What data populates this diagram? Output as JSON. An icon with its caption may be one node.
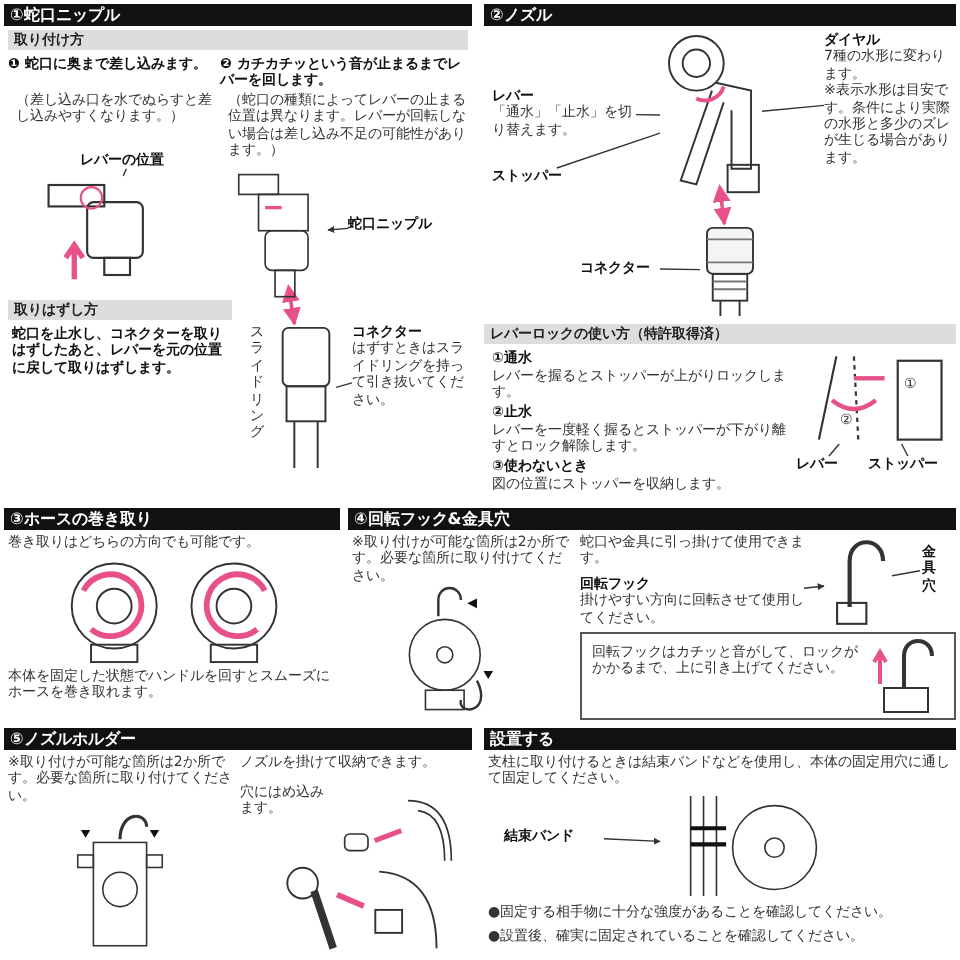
{
  "diagram": {
    "nodes": [
      {
        "text": [],
        "shape": "picture"
      },
      {
        "text": [
          "レバーの位置"
        ]
      },
      {
        "text": [],
        "shape": "picture"
      },
      {
        "text": [
          "蛇口ニップル"
        ]
      },
      {
        "text": [],
        "shape": "picture"
      },
      {
        "text": [
          "コネクター",
          "はずすときはスライドリングを持って引き抜いてください。"
        ]
      },
      {
        "text": [],
        "shape": "picture"
      },
      {
        "text": [
          "ダイヤル",
          "7種の水形に変わります。",
          "※表示水形は目安です。条件により実際の水形と多少のズレが生じる場合があります。"
        ]
      },
      {
        "text": [
          "レバー",
          "「通水」「止水」を切り替えます。"
        ]
      },
      {
        "text": [
          "ストッパー"
        ]
      },
      {
        "text": [],
        "shape": "picture"
      },
      {
        "text": [
          "コネクター"
        ]
      },
      {
        "text": [],
        "shape": "picture"
      },
      {
        "text": [
          "レバー"
        ]
      },
      {
        "text": [
          "ストッパー"
        ]
      },
      {
        "text": [],
        "shape": "picture"
      },
      {
        "text": [],
        "shape": "picture"
      },
      {
        "text": [
          "回転フック",
          "掛けやすい方向に回転させて使用してください。"
        ]
      },
      {
        "text": [
          "金具穴"
        ]
      },
      {
        "text": [],
        "shape": "picture"
      },
      {
        "text": [
          "結束バンド"
        ]
      }
    ],
    "edges": [
      {
        "from": 1,
        "to": 0,
        "arrow": "none"
      },
      {
        "from": 3,
        "to": 2,
        "arrow": "to"
      },
      {
        "from": 5,
        "to": 4,
        "arrow": "none"
      },
      {
        "from": 2,
        "to": 4,
        "arrow": "both",
        "color": "#e8508a"
      },
      {
        "from": 7,
        "to": 6,
        "arrow": "none"
      },
      {
        "from": 8,
        "to": 6,
        "arrow": "none"
      },
      {
        "from": 9,
        "to": 6,
        "arrow": "none"
      },
      {
        "from": 6,
        "to": 10,
        "arrow": "both",
        "color": "#e8508a"
      },
      {
        "from": 11,
        "to": 10,
        "arrow": "none"
      },
      {
        "from": 13,
        "to": 12,
        "arrow": "none"
      },
      {
        "from": 14,
        "to": 12,
        "arrow": "none"
      },
      {
        "from": 17,
        "to": 16,
        "arrow": "to"
      },
      {
        "from": 18,
        "to": 16,
        "arrow": "none"
      },
      {
        "from": 20,
        "to": 19,
        "arrow": "to"
      }
    ],
    "labels": [
      "①蛇口ニップル",
      "取り付け方",
      "❶ 蛇口に奥まで差し込みます。",
      "（差し込み口を水でぬらすと差し込みやすくなります。）",
      "❷ カチカチッという音が止まるまでレバーを回します。",
      "（蛇口の種類によってレバーの止まる位置は異なります。レバーが回転しない場合は差し込み不足の可能性があります。）",
      "取りはずし方",
      "蛇口を止水し、コネクターを取りはずしたあと、レバーを元の位置に戻して取りはずします。",
      "スライドリング",
      "②ノズル",
      "レバーロックの使い方（特許取得済）",
      "①通水",
      "レバーを握るとストッパーが上がりロックします。",
      "②止水",
      "レバーを一度軽く握るとストッパーが下がり離すとロック解除します。",
      "③使わないとき",
      "図の位置にストッパーを収納します。",
      "①",
      "②",
      "③ホースの巻き取り",
      "巻き取りはどちらの方向でも可能です。",
      "本体を固定した状態でハンドルを回すとスムーズにホースを巻き取れます。",
      "④回転フック&金具穴",
      "※取り付けが可能な箇所は2か所です。必要な箇所に取り付けてください。",
      "蛇口や金具に引っ掛けて使用できます。",
      "回転フックはカチッと音がして、ロックがかかるまで、上に引き上げてください。",
      "⑤ノズルホルダー",
      "※取り付けが可能な箇所は2か所です。必要な箇所に取り付けてください。",
      "ノズルを掛けて収納できます。",
      "穴にはめ込みます。",
      "設置する",
      "支柱に取り付けるときは結束バンドなどを使用し、本体の固定用穴に通して固定してください。",
      "●固定する相手物に十分な強度があることを確認してください。",
      "●設置後、確実に固定されていることを確認してください。"
    ]
  }
}
